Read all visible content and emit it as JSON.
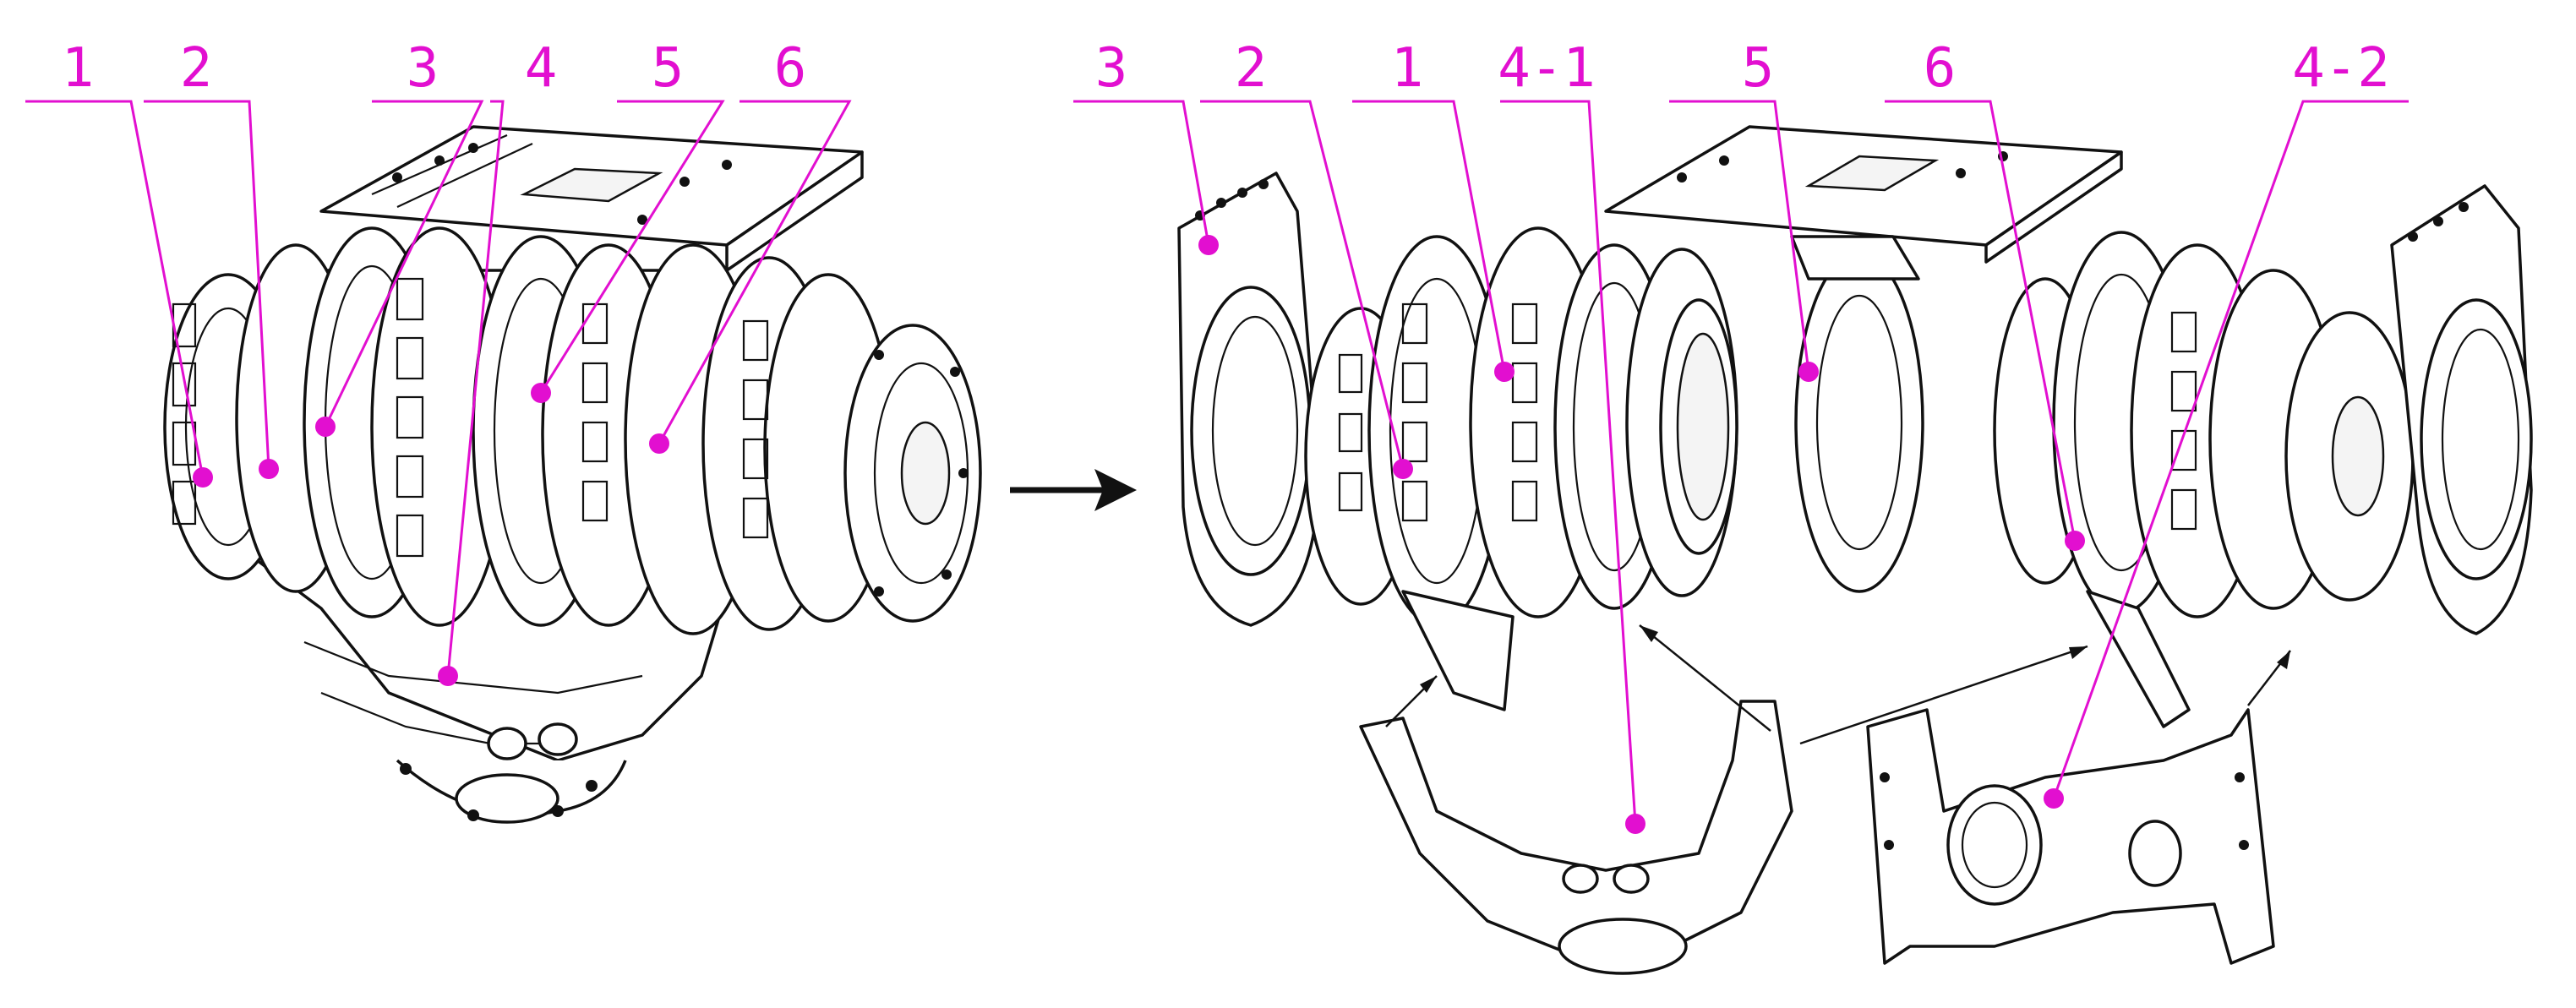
{
  "figure": {
    "accent_color": "#e20fd0",
    "ink_color": "#111111",
    "assembled_view": {
      "labels": [
        "1",
        "2",
        "3",
        "4",
        "5",
        "6"
      ]
    },
    "exploded_view": {
      "labels": [
        "3",
        "2",
        "1",
        "4-1",
        "5",
        "6",
        "4-2"
      ]
    },
    "transition_arrow_icon": "arrow-right"
  }
}
